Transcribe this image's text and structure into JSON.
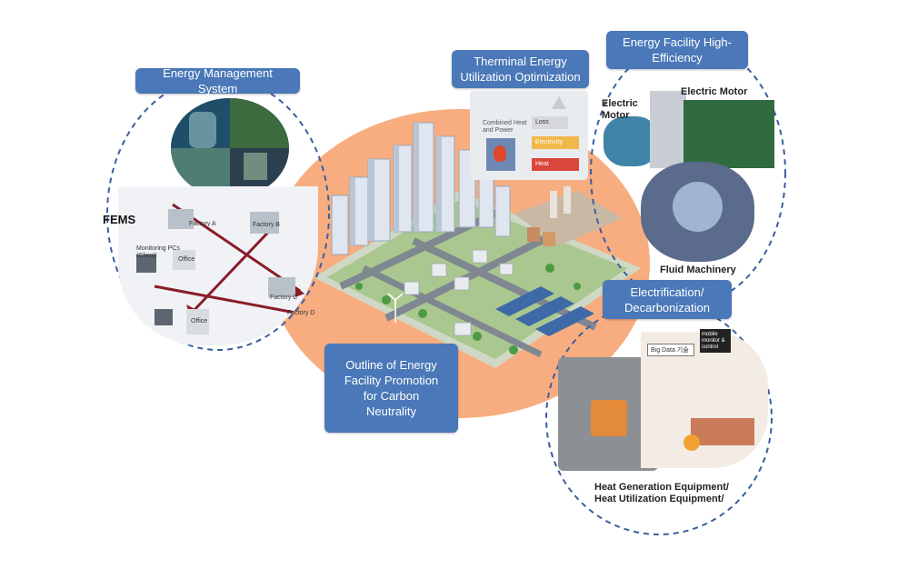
{
  "labels": {
    "ems": "Energy Management System",
    "thermal": "Therminal Energy Utilization Optimization",
    "facility": "Energy Facility High-Efficiency",
    "electrification": "Electrification/ Decarbonization",
    "outline": "Outline of Energy Facility Promotion for Carbon Neutrality"
  },
  "ems_panel": {
    "fems": "FEMS",
    "factory_a": "Factory A",
    "factory_b": "Factory B",
    "factory_c": "Factory C",
    "factory_d": "Factory D",
    "office_1": "Office",
    "office_2": "Office",
    "monitoring": "Monitoring PCs (Client)"
  },
  "thermal_panel": {
    "chp": "Combined Heat and Power",
    "loss": "Loss",
    "electricity": "Electricity",
    "heat": "Heat"
  },
  "facility_panel": {
    "electric_motor_1": "Electric Motor",
    "electric_motor_2": "Electric Motor",
    "fluid_machinery": "Fluid Machinery"
  },
  "heat_panel": {
    "caption_line1": "Heat Generation Equipment/",
    "caption_line2": "Heat Utilization Equipment/",
    "big_data": "Big Data 기술",
    "mobile": "mobile monitor & control"
  },
  "colors": {
    "label_bg": "#4a78b8",
    "dash": "#3a5f9e",
    "orange": "#f5a878"
  }
}
